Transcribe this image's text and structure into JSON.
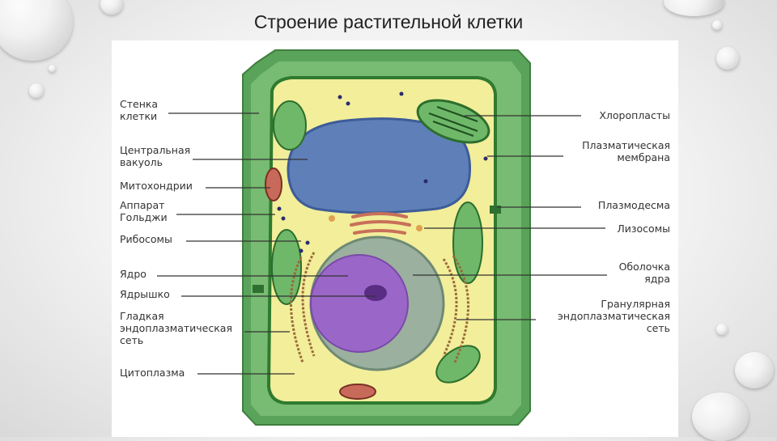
{
  "title": "Строение растительной клетки",
  "labels_left": [
    {
      "id": "cell-wall",
      "lines": [
        "Стенка",
        "клетки"
      ]
    },
    {
      "id": "central-vacuole",
      "lines": [
        "Центральная",
        "вакуоль"
      ]
    },
    {
      "id": "mitochondria",
      "lines": [
        "Митохондрии"
      ]
    },
    {
      "id": "golgi",
      "lines": [
        "Аппарат",
        "Гольджи"
      ]
    },
    {
      "id": "ribosomes",
      "lines": [
        "Рибосомы"
      ]
    },
    {
      "id": "nucleus",
      "lines": [
        "Ядро"
      ]
    },
    {
      "id": "nucleolus",
      "lines": [
        "Ядрышко"
      ]
    },
    {
      "id": "smooth-er",
      "lines": [
        "Гладкая",
        "эндоплазматическая",
        "сеть"
      ]
    },
    {
      "id": "cytoplasm",
      "lines": [
        "Цитоплазма"
      ]
    }
  ],
  "labels_right": [
    {
      "id": "chloroplasts",
      "lines": [
        "Хлоропласты"
      ]
    },
    {
      "id": "plasma-membrane",
      "lines": [
        "Плазматическая",
        "мембрана"
      ]
    },
    {
      "id": "plasmodesma",
      "lines": [
        "Плазмодесма"
      ]
    },
    {
      "id": "lysosomes",
      "lines": [
        "Лизосомы"
      ]
    },
    {
      "id": "nuclear-envelope",
      "lines": [
        "Оболочка",
        "ядра"
      ]
    },
    {
      "id": "rough-er",
      "lines": [
        "Гранулярная",
        "эндоплазматическая",
        "сеть"
      ]
    }
  ],
  "colors": {
    "cell_wall": "#5aa35a",
    "cytoplasm": "#f2ee9a",
    "vacuole": "#5f7fb8",
    "nucleus": "#9a66c8",
    "chloroplast": "#6fb86a",
    "leader": "#333333"
  }
}
